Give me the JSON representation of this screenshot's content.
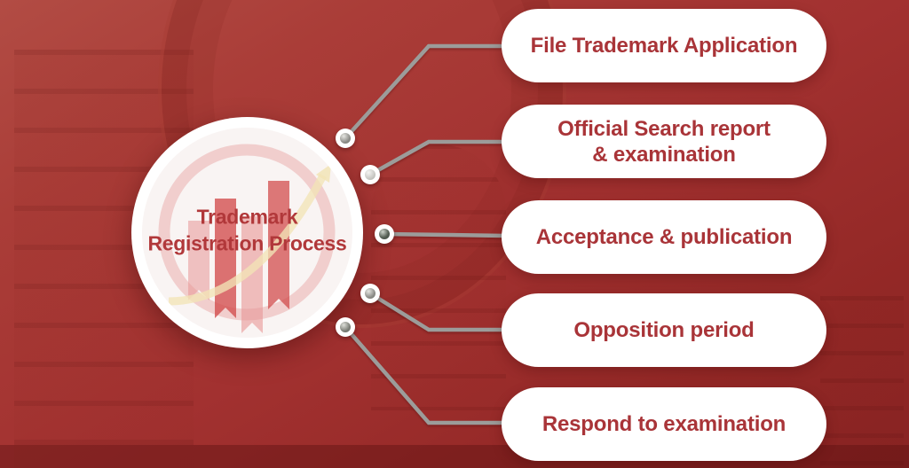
{
  "diagram": {
    "title": "Trademark\nRegistration Process",
    "steps": [
      {
        "label": "File Trademark Application"
      },
      {
        "label": "Official Search report\n& examination"
      },
      {
        "label": "Acceptance & publication"
      },
      {
        "label": "Opposition period"
      },
      {
        "label": "Respond to examination"
      }
    ]
  },
  "icons": {
    "watermark": "growth-bar-chart-arrow-icon",
    "node": "connector-bead"
  },
  "colors": {
    "accent_text": "#a93438",
    "title_text": "#b1383a",
    "background_red": "#a23130",
    "pill_background": "#ffffff",
    "connector_gray": "#9c9c9a",
    "watermark_pink": "#e7a0a0",
    "watermark_red": "#d05252",
    "watermark_gold": "#f2e4b6"
  }
}
